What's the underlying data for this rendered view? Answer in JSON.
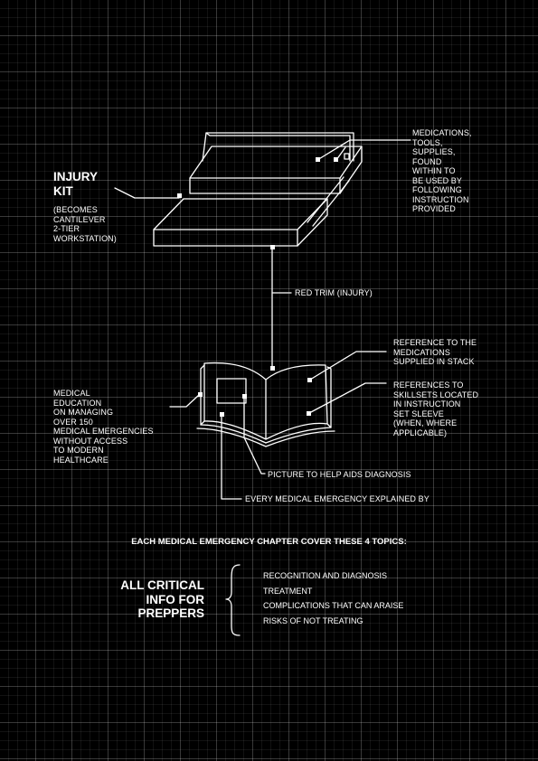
{
  "kit": {
    "title": "INJURY\nKIT",
    "note": "(BECOMES\nCANTILEVER\n2-TIER\nWORKSTATION)"
  },
  "callouts": {
    "medications": "MEDICATIONS,\nTOOLS,\nSUPPLIES,\nFOUND\nWITHIN TO\nBE USED BY\nFOLLOWING\nINSTRUCTION\nPROVIDED",
    "red_trim": "RED TRIM (INJURY)",
    "reference_meds": "REFERENCE TO THE\nMEDICATIONS\nSUPPLIED IN STACK",
    "reference_skills": "REFERENCES TO\nSKILLSETS LOCATED\nIN INSTRUCTION\nSET SLEEVE\n(WHEN, WHERE\nAPPLICABLE)",
    "education": "MEDICAL\nEDUCATION\nON MANAGING\nOVER 150\nMEDICAL EMERGENCIES\nWITHOUT ACCESS\nTO MODERN\nHEALTHCARE",
    "picture": "PICTURE TO HELP AIDS DIAGNOSIS",
    "every": "EVERY MEDICAL EMERGENCY EXPLAINED BY"
  },
  "chapter_heading": "EACH MEDICAL EMERGENCY CHAPTER COVER THESE 4 TOPICS:",
  "critical": "ALL CRITICAL\nINFO FOR\nPREPPERS",
  "topics": [
    "RECOGNITION AND DIAGNOSIS",
    "TREATMENT",
    "COMPLICATIONS THAT CAN ARAISE",
    "RISKS OF NOT TREATING"
  ],
  "colors": {
    "background": "#000000",
    "ink": "#ffffff"
  }
}
